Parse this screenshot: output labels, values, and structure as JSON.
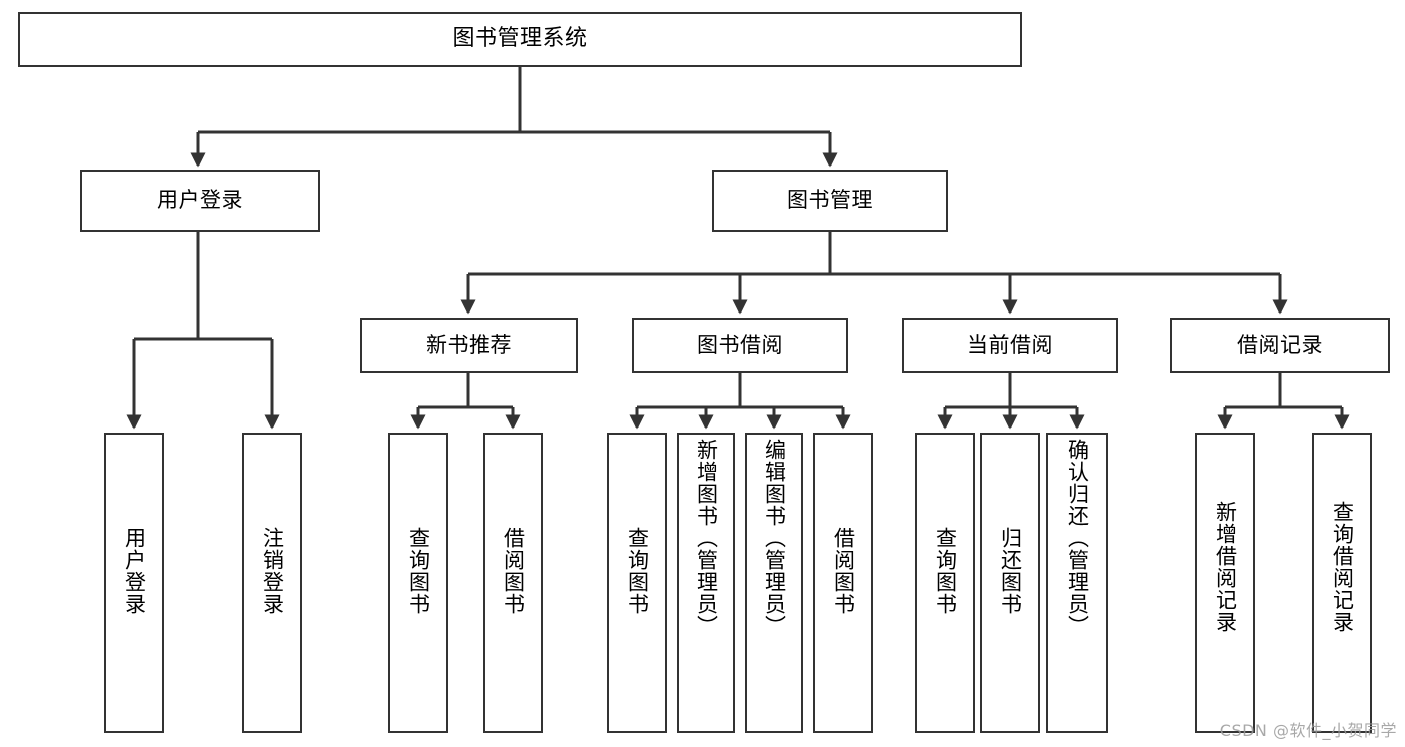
{
  "diagram": {
    "title": "图书管理系统",
    "watermark": "CSDN @软件_小贺同学",
    "stroke_color": "#333333",
    "background_color": "#ffffff",
    "text_color": "#000000",
    "type": "tree-hierarchy-chart"
  },
  "root": {
    "label": "图书管理系统"
  },
  "level2": [
    {
      "label": "用户登录"
    },
    {
      "label": "图书管理"
    }
  ],
  "level3": [
    {
      "label": "新书推荐"
    },
    {
      "label": "图书借阅"
    },
    {
      "label": "当前借阅"
    },
    {
      "label": "借阅记录"
    }
  ],
  "leaves": {
    "user_login": [
      {
        "label": "用户登录"
      },
      {
        "label": "注销登录"
      }
    ],
    "new_book_recommend": [
      {
        "label": "查询图书"
      },
      {
        "label": "借阅图书"
      }
    ],
    "book_borrow": [
      {
        "label": "查询图书"
      },
      {
        "label": "新增图书（管理员）"
      },
      {
        "label": "编辑图书（管理员）"
      },
      {
        "label": "借阅图书"
      }
    ],
    "current_borrow": [
      {
        "label": "查询图书"
      },
      {
        "label": "归还图书"
      },
      {
        "label": "确认归还（管理员）"
      }
    ],
    "borrow_record": [
      {
        "label": "新增借阅记录"
      },
      {
        "label": "查询借阅记录"
      }
    ]
  }
}
